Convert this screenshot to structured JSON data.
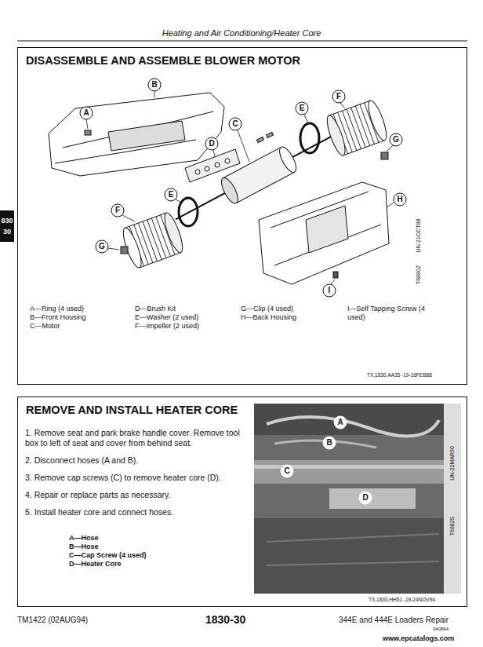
{
  "diagram": {
    "title": "Heating and Air Conditioning/Heater Core",
    "nodes": [
      {
        "text": [
          "DISASSEMBLE AND ASSEMBLE BLOWER MOTOR"
        ]
      },
      {
        "text": [
          "REMOVE AND INSTALL HEATER CORE"
        ]
      }
    ],
    "labels": [
      "830",
      "30",
      "A",
      "B",
      "C",
      "D",
      "E",
      "E",
      "F",
      "F",
      "G",
      "G",
      "H",
      "I",
      "UN-21OCT88",
      "T6880Z",
      "A—Ring (4 used)",
      "B—Front Housing",
      "C—Motor",
      "D—Brush Kit",
      "E—Washer (2 used)",
      "F—Impeller (2 used)",
      "G—Clip (4 used)",
      "H—Back Housing",
      "I—Self Tapping Screw (4 used)",
      "TX,1830,AA35 -19-16FEB88",
      "1. Remove seat and park brake handle cover. Remove tool box to left of seat and cover from behind seat.",
      "2. Disconnect hoses (A and B).",
      "3. Remove cap screws (C) to remove heater core (D).",
      "4. Repair or replace parts as necessary.",
      "5. Install heater core and connect hoses.",
      "A—Hose",
      "B—Hose",
      "C—Cap Screw (4 used)",
      "D—Heater Core",
      "A",
      "B",
      "C",
      "D",
      "UN-22MAR90",
      "T6882S",
      "TX,1830,HH51 -19-24NOV94",
      "TM1422 (02AUG94)",
      "1830-30",
      "344E and 444E Loaders Repair",
      "040894",
      "www.epcatalogs.com"
    ]
  }
}
